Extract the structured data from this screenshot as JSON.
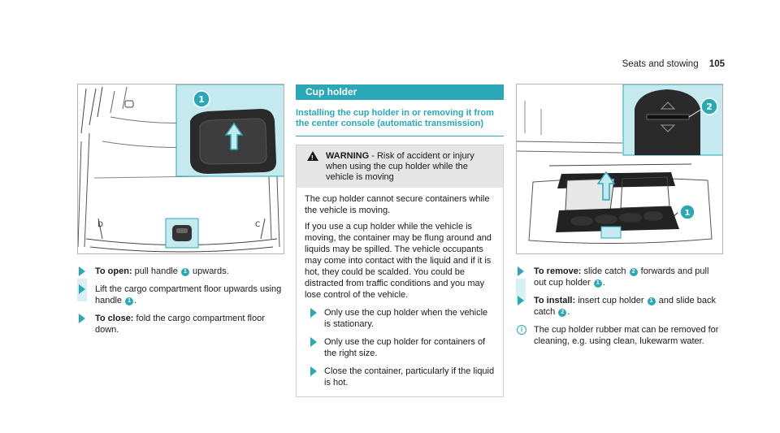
{
  "header": {
    "section": "Seats and stowing",
    "page_number": "105"
  },
  "left": {
    "figure": {
      "callouts": [
        "1"
      ]
    },
    "steps": [
      {
        "lead": "To open:",
        "pre": " pull handle ",
        "badge": "1",
        "post": " upwards."
      },
      {
        "lead": "",
        "pre": "Lift the cargo compartment floor upwards using handle ",
        "badge": "1",
        "post": "."
      },
      {
        "lead": "To close:",
        "pre": " fold the cargo compartment floor down.",
        "badge": "",
        "post": ""
      }
    ]
  },
  "middle": {
    "section_title": "Cup holder",
    "subheading": "Installing the cup holder in or removing it from the center console (automatic transmission)",
    "warning": {
      "lead": "WARNING",
      "head": " - Risk of accident or injury when using the cup holder while the vehicle is moving",
      "para1": "The cup holder cannot secure containers while the vehicle is moving.",
      "para2": "If you use a cup holder while the vehicle is moving, the container may be flung around and liquids may be spilled. The vehicle occupants may come into contact with the liquid and if it is hot, they could be scalded. You could be distracted from traffic conditions and you may lose control of the vehicle.",
      "steps": [
        "Only use the cup holder when the vehicle is stationary.",
        "Only use the cup holder for containers of the right size.",
        "Close the container, particularly if the liquid is hot."
      ]
    }
  },
  "right": {
    "figure": {
      "callouts": [
        "2",
        "1"
      ]
    },
    "steps": [
      {
        "lead": "To remove:",
        "pre": " slide catch ",
        "badge": "2",
        "mid": " forwards and pull out cup holder ",
        "badge2": "1",
        "post": "."
      },
      {
        "lead": "To install:",
        "pre": " insert cup holder ",
        "badge": "1",
        "mid": " and slide back catch ",
        "badge2": "2",
        "post": "."
      }
    ],
    "note": "The cup holder rubber mat can be removed for cleaning, e.g. using clean, lukewarm water."
  },
  "colors": {
    "accent": "#2aa8b8",
    "inset": "#c4eaf0",
    "warning_bg": "#e6e6e6"
  }
}
